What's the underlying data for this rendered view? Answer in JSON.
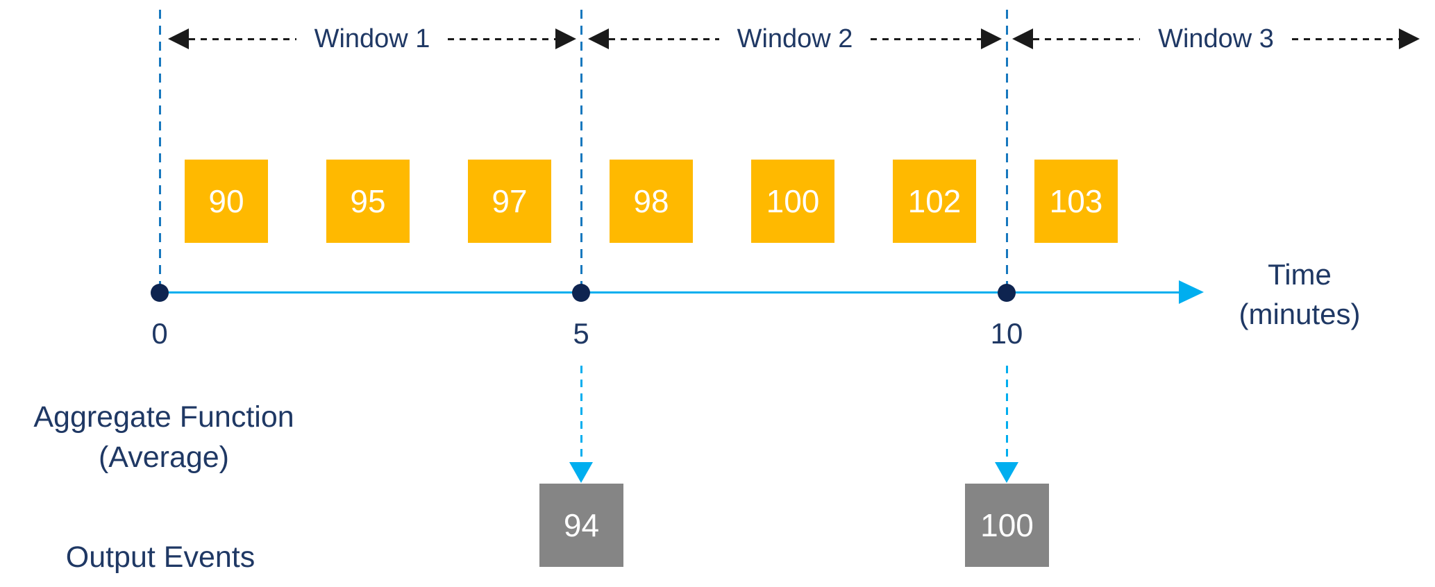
{
  "diagram": {
    "type": "tumbling-window-timeline",
    "windows": [
      {
        "label": "Window 1"
      },
      {
        "label": "Window 2"
      },
      {
        "label": "Window 3"
      }
    ],
    "input_events": [
      {
        "value": "90"
      },
      {
        "value": "95"
      },
      {
        "value": "97"
      },
      {
        "value": "98"
      },
      {
        "value": "100"
      },
      {
        "value": "102"
      },
      {
        "value": "103"
      }
    ],
    "axis": {
      "ticks": [
        {
          "label": "0"
        },
        {
          "label": "5"
        },
        {
          "label": "10"
        }
      ],
      "label_line1": "Time",
      "label_line2": "(minutes)"
    },
    "aggregate": {
      "line1": "Aggregate Function",
      "line2": "(Average)"
    },
    "output": {
      "label": "Output Events",
      "events": [
        {
          "value": "94",
          "at_tick": 1
        },
        {
          "value": "100",
          "at_tick": 2
        }
      ]
    },
    "colors": {
      "event_box": "#FFB900",
      "output_box": "#858585",
      "text_navy": "#1F3864",
      "dot_navy": "#0E2450",
      "axis_cyan": "#00AEEF",
      "boundary_blue": "#1778BE",
      "arrow_black": "#1A1A1A",
      "box_text": "#FFFFFF",
      "background": "#FFFFFF"
    }
  }
}
